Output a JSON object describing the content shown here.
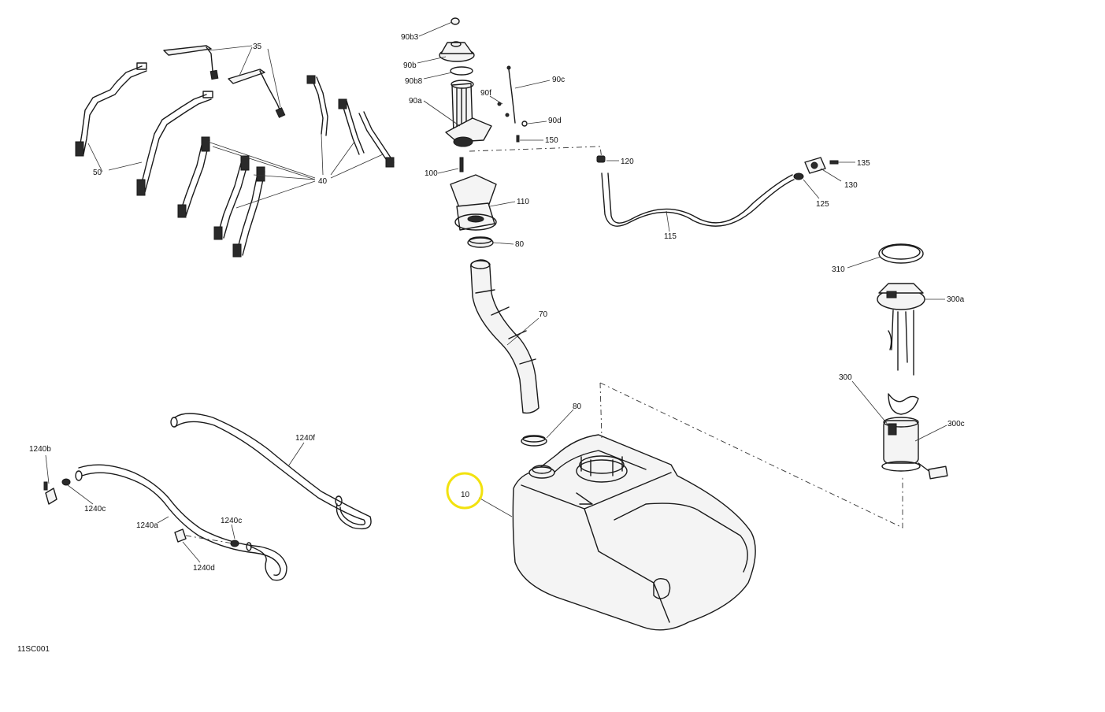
{
  "diagram": {
    "reference_code": "11SC001",
    "highlight_color": "#f2e20f",
    "highlighted_callout": "10",
    "callouts": {
      "c35": "35",
      "c50": "50",
      "c40": "40",
      "c90b3": "90b3",
      "c90b": "90b",
      "c90b8": "90b8",
      "c90a": "90a",
      "c90f": "90f",
      "c90c": "90c",
      "c90d": "90d",
      "c150": "150",
      "c100": "100",
      "c110": "110",
      "c120": "120",
      "c135": "135",
      "c130": "130",
      "c125": "125",
      "c115": "115",
      "c80a": "80",
      "c70": "70",
      "c310": "310",
      "c300a": "300a",
      "c300": "300",
      "c300c": "300c",
      "c80b": "80",
      "c10": "10",
      "c1240b": "1240b",
      "c1240f": "1240f",
      "c1240c_a": "1240c",
      "c1240a": "1240a",
      "c1240c_b": "1240c",
      "c1240d": "1240d"
    }
  }
}
